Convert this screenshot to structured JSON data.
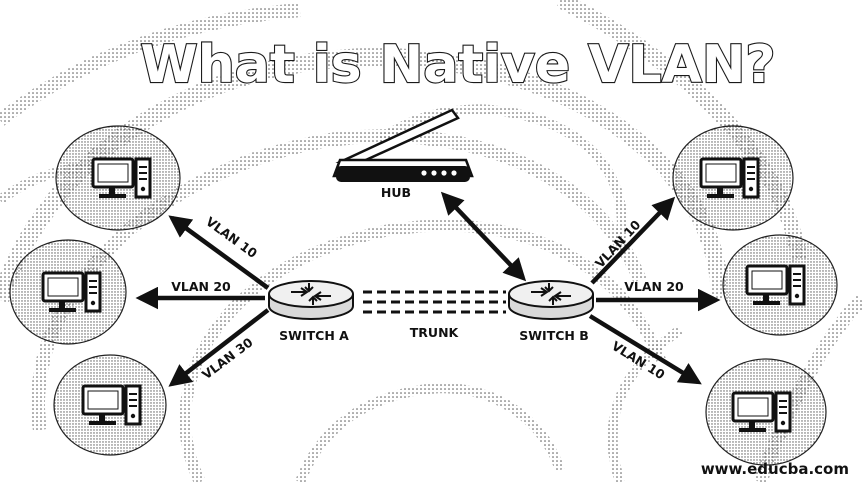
{
  "title": "What is Native VLAN?",
  "hub": {
    "label": "HUB"
  },
  "switch_a": {
    "label": "SWITCH A"
  },
  "switch_b": {
    "label": "SWITCH B"
  },
  "trunk": {
    "label": "TRUNK"
  },
  "links_a": [
    {
      "label": "VLAN 10"
    },
    {
      "label": "VLAN 20"
    },
    {
      "label": "VLAN 30"
    }
  ],
  "links_b": [
    {
      "label": "VLAN 10"
    },
    {
      "label": "VLAN 20"
    },
    {
      "label": "VLAN 10"
    }
  ],
  "watermark": "www.educba.com",
  "colors": {
    "line": "#111111",
    "node_fill": "#e6e6e6"
  }
}
